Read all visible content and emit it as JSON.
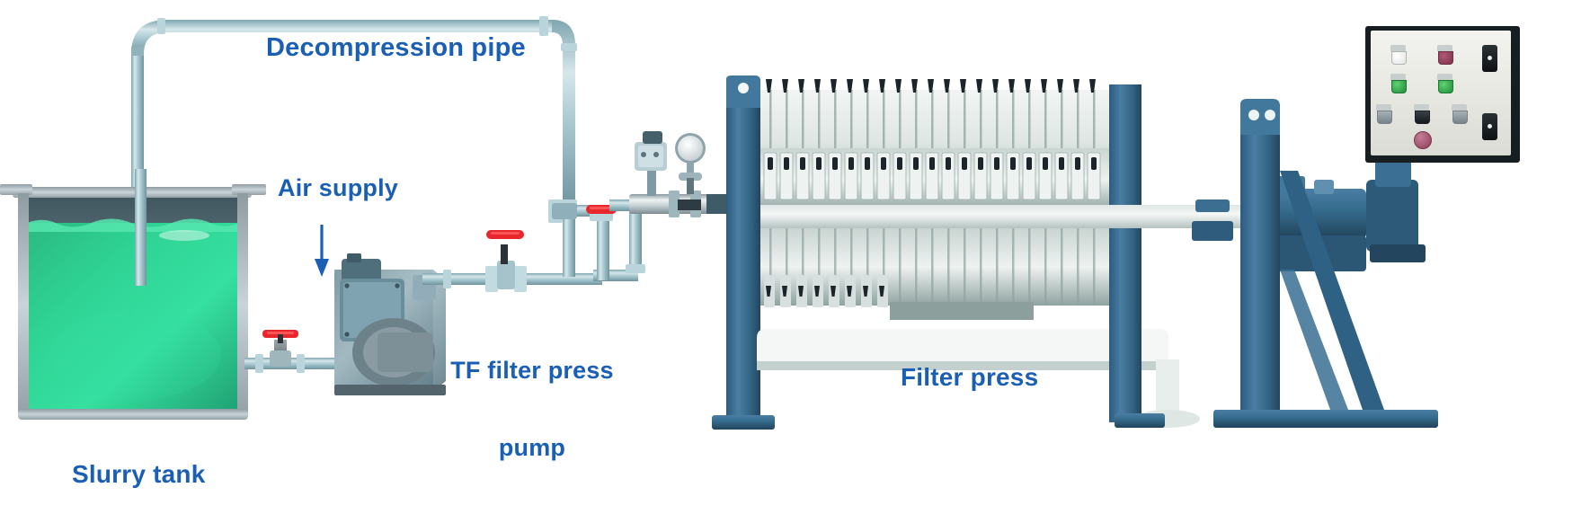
{
  "diagram": {
    "title": "Filter press system flow diagram",
    "background": "#ffffff",
    "accent_text_color": "#1a5fb4",
    "valve_handle_color": "#e8262b",
    "slurry_color": "#27d190",
    "frame_color": "#3a6f93",
    "pipe_color": "#9fc3cc"
  },
  "labels": {
    "decompression_pipe": "Decompression pipe",
    "air_supply": "Air supply",
    "tf_filter_press_pump_line1": "TF filter press",
    "tf_filter_press_pump_line2": "pump",
    "slurry_tank": "Slurry tank",
    "filter_press": "Filter press"
  },
  "components": {
    "slurry_tank": {
      "name": "Slurry tank",
      "contents": "green slurry",
      "fill_level_pct": 78
    },
    "decompression_pipe": {
      "name": "Decompression pipe",
      "elbows": 4
    },
    "air_supply": {
      "name": "Air supply",
      "indicator": "down-arrow"
    },
    "pump": {
      "name": "TF filter press pump",
      "type": "diaphragm pump"
    },
    "valves": [
      {
        "name": "tank outlet valve",
        "handle": "red"
      },
      {
        "name": "pump discharge valve",
        "handle": "red"
      },
      {
        "name": "feed line valve",
        "handle": "red"
      },
      {
        "name": "gauge isolation valve",
        "handle": "silver"
      }
    ],
    "pressure_gauge": {
      "name": "pressure gauge",
      "face": "dial"
    },
    "filter_press": {
      "name": "Filter press",
      "plate_count": 22,
      "frame_color": "#3a6f93"
    },
    "control_panel": {
      "name": "Control panel",
      "indicators": [
        {
          "id": "lamp-white",
          "color": "#f2f2f0"
        },
        {
          "id": "lamp-red-top",
          "color": "#8c3550"
        },
        {
          "id": "lamp-green-left",
          "color": "#2fa24a"
        },
        {
          "id": "lamp-green-right",
          "color": "#2fa24a"
        },
        {
          "id": "button-gray-left",
          "color": "#8a9295"
        },
        {
          "id": "button-black-center",
          "color": "#1d2326"
        },
        {
          "id": "button-gray-right",
          "color": "#8a9295"
        },
        {
          "id": "lamp-red-bottom",
          "color": "#a6566b"
        }
      ],
      "switches": [
        {
          "id": "rocker-switch-upper"
        },
        {
          "id": "rocker-switch-lower"
        }
      ]
    }
  }
}
